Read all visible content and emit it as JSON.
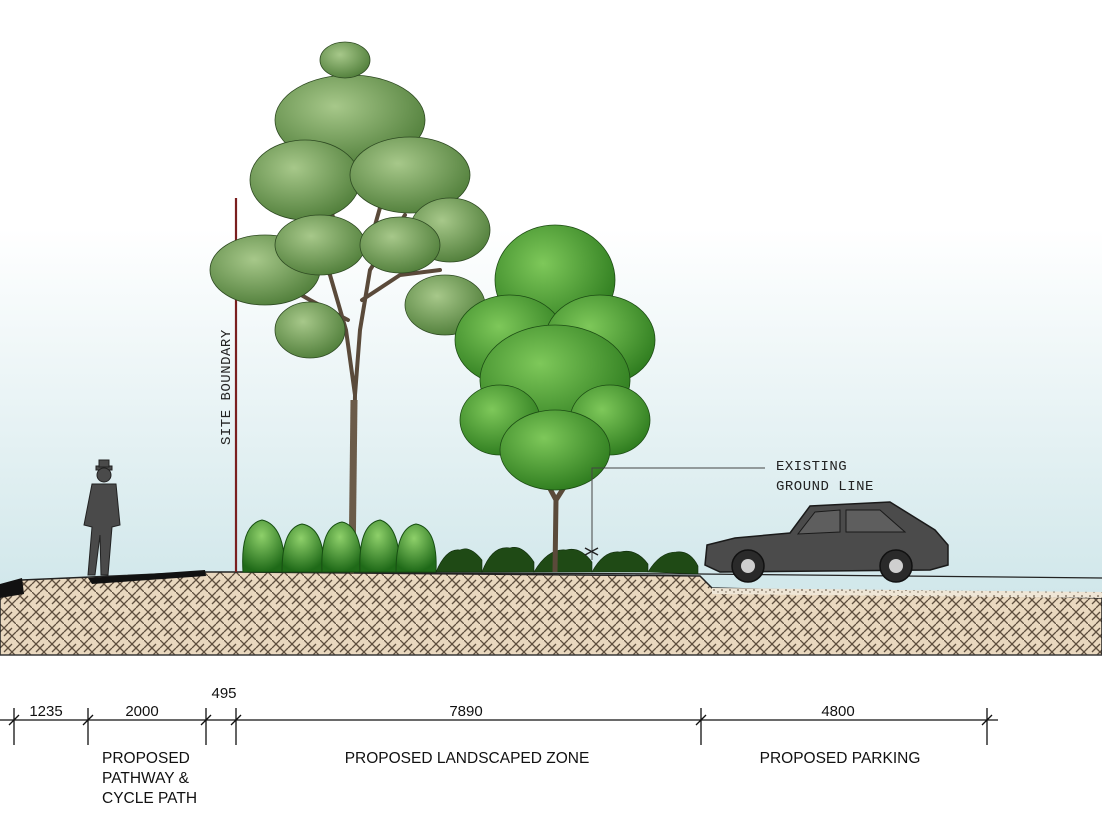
{
  "annotations": {
    "site_boundary": "SITE BOUNDARY",
    "existing_ground_line_1": "EXISTING",
    "existing_ground_line_2": "GROUND LINE"
  },
  "dimensions": [
    "1235",
    "2000",
    "495",
    "7890",
    "4800"
  ],
  "zones": {
    "pathway": [
      "PROPOSED",
      "PATHWAY &",
      "CYCLE PATH"
    ],
    "landscaped": "PROPOSED LANDSCAPED ZONE",
    "parking": "PROPOSED PARKING"
  },
  "colors": {
    "sky_top": "#ffffff",
    "sky_bottom": "#cfe6ea",
    "ground_fill": "#e6d3b8",
    "hatch": "#6a5a48",
    "site_boundary_line": "#7a1f1f",
    "foliage_light": "#6f9a52",
    "foliage_mid": "#3f8a2a",
    "foliage_dark": "#1f5a16",
    "vehicle": "#4a4a4a"
  }
}
